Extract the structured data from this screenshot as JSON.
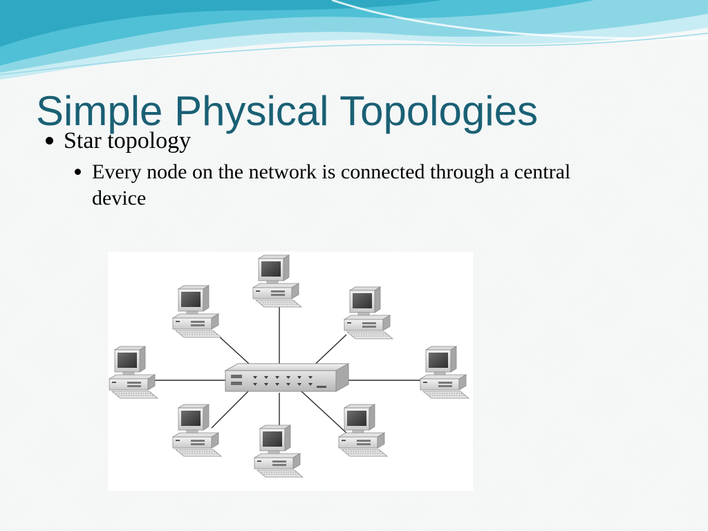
{
  "slide": {
    "title": "Simple Physical Topologies",
    "bullets": [
      {
        "level": 1,
        "text": "Star topology"
      },
      {
        "level": 2,
        "text": "Every node on the network is connected through a central device"
      }
    ]
  },
  "diagram": {
    "center_device": "hub-icon",
    "node_icon": "computer-icon",
    "node_count": 8
  },
  "colors": {
    "title": "#1a6074",
    "wave_light": "#bfe8f0",
    "wave_mid": "#5ec6d8",
    "wave_dark": "#2fa9c3"
  }
}
